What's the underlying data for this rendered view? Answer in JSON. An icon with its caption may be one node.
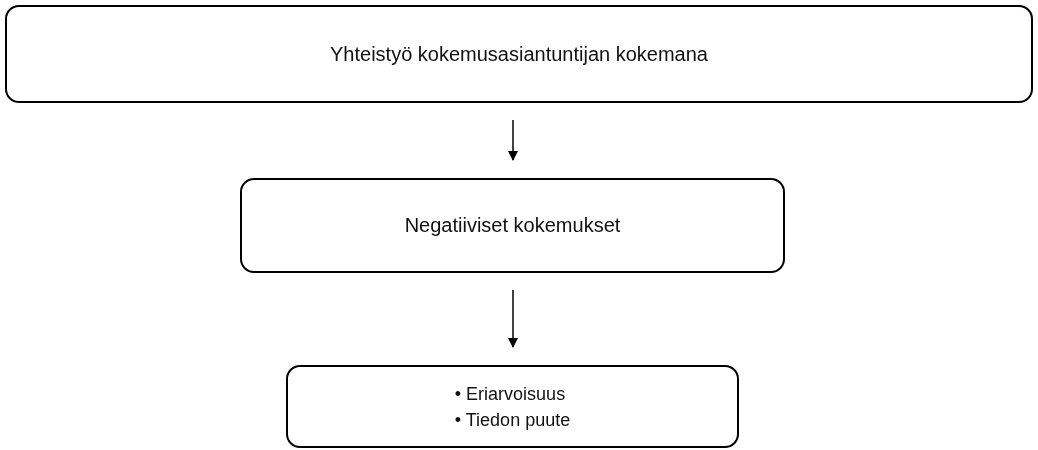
{
  "diagram": {
    "nodes": [
      {
        "text": [
          "Yhteistyö kokemusasiantuntijan kokemana"
        ]
      },
      {
        "text": [
          "Negatiiviset kokemukset"
        ]
      },
      {
        "text": [
          "• Eriarvoisuus",
          "• Tiedon puute"
        ]
      }
    ],
    "edges": [
      {
        "from": 0,
        "to": 1,
        "arrow": "to"
      },
      {
        "from": 1,
        "to": 2,
        "arrow": "to"
      }
    ]
  }
}
